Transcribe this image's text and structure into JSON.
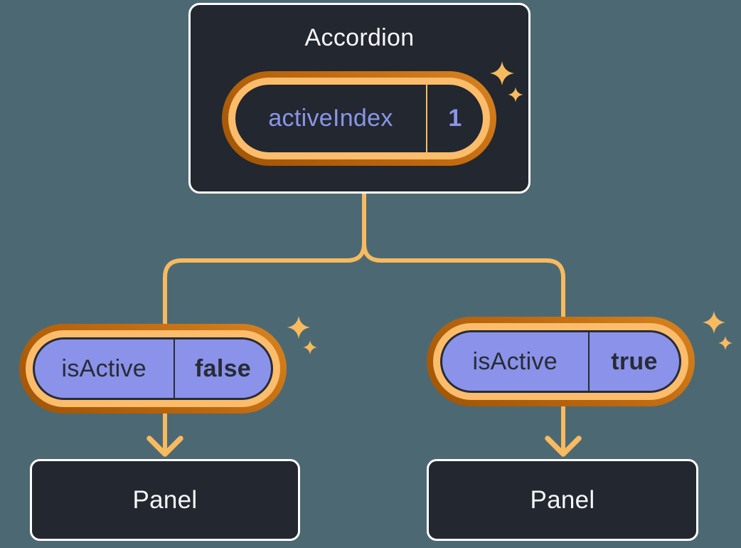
{
  "diagram": {
    "description": "React state diagram: Accordion component holding state, passing isActive props to two Panels",
    "accordion": {
      "title": "Accordion",
      "state_pill": {
        "label": "activeIndex",
        "value": "1"
      }
    },
    "children": [
      {
        "prop_pill": {
          "label": "isActive",
          "value": "false"
        },
        "panel": {
          "label": "Panel"
        }
      },
      {
        "prop_pill": {
          "label": "isActive",
          "value": "true"
        },
        "panel": {
          "label": "Panel"
        }
      }
    ],
    "icons": {
      "sparkles": "sparkles",
      "arrow_down": "arrow-down"
    },
    "colors": {
      "background": "#4C6973",
      "box_fill": "#23272F",
      "box_border": "#FFFFFF",
      "title_text": "#F6F7F9",
      "ring_outer_orange": "#C0690F",
      "ring_inner_orange": "#FBBD6B",
      "connector_orange": "#F8BA5F",
      "pill_purple_fill": "#8B92E9",
      "purple_text": "#8A96E8",
      "dark_text": "#272C36"
    }
  }
}
